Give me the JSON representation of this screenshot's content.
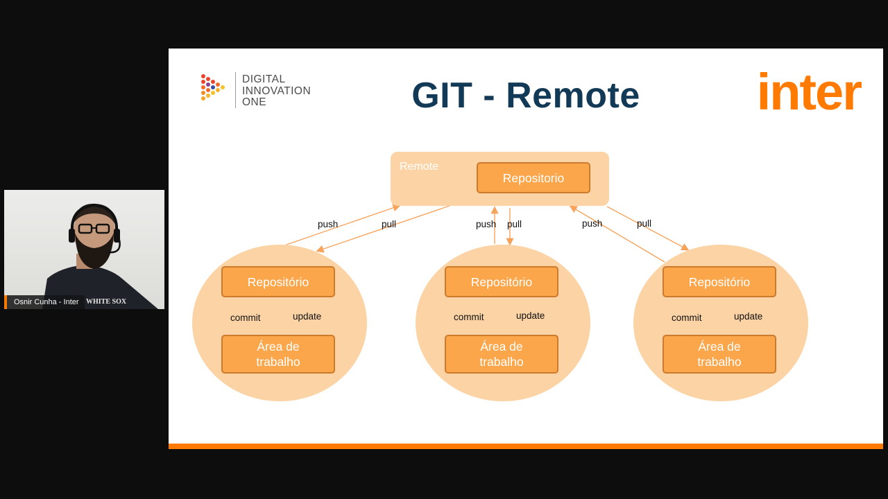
{
  "presenter": {
    "name": "Osnir Cunha - Inter",
    "shirt_text": "WHITE SOX"
  },
  "slide": {
    "title": "GIT - Remote",
    "brand_left": {
      "line1": "DIGITAL",
      "line2": "INNOVATION",
      "line3": "ONE"
    },
    "brand_right": "inter",
    "accent_color": "#ff7a00",
    "title_color": "#123a57"
  },
  "diagram": {
    "remote": {
      "label": "Remote",
      "repo": "Repositorio"
    },
    "clients": [
      {
        "repo": "Repositório",
        "work": "Área de trabalho",
        "commit": "commit",
        "update": "update",
        "push": "push",
        "pull": "pull"
      },
      {
        "repo": "Repositório",
        "work": "Área de trabalho",
        "commit": "commit",
        "update": "update",
        "push": "push",
        "pull": "pull"
      },
      {
        "repo": "Repositório",
        "work": "Área de trabalho",
        "commit": "commit",
        "update": "update",
        "push": "push",
        "pull": "pull"
      }
    ]
  }
}
